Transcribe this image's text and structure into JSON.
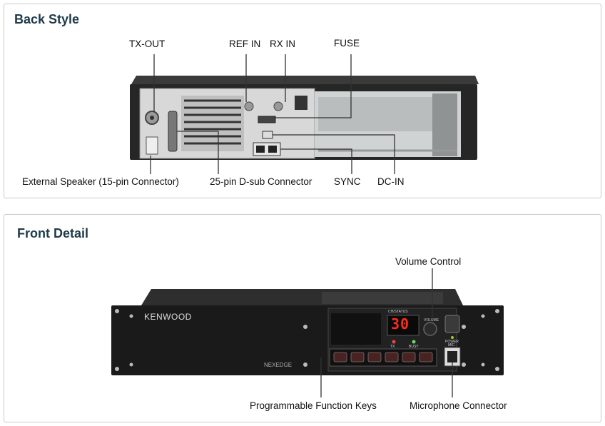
{
  "back": {
    "title": "Back Style",
    "labels": {
      "tx_out": "TX-OUT",
      "ref_in": "REF IN",
      "rx_in": "RX IN",
      "fuse": "FUSE",
      "ext_speaker": "External Speaker (15-pin Connector)",
      "dsub": "25-pin D-sub Connector",
      "sync": "SYNC",
      "dc_in": "DC-IN"
    }
  },
  "front": {
    "title": "Front Detail",
    "labels": {
      "volume": "Volume Control",
      "keys": "Programmable Function Keys",
      "mic": "Microphone Connector"
    },
    "brand": "KENWOOD",
    "model": "NEXEDGE",
    "display_value": "30",
    "display_label": "CH/STATUS",
    "tx_label": "TX",
    "busy_label": "BUSY",
    "volume_label": "VOLUME",
    "power_label": "POWER",
    "mic_label": "MIC"
  },
  "colors": {
    "title": "#1f3a48",
    "chassis": "#1c1c1c",
    "display_digits": "#ff2a1a"
  }
}
